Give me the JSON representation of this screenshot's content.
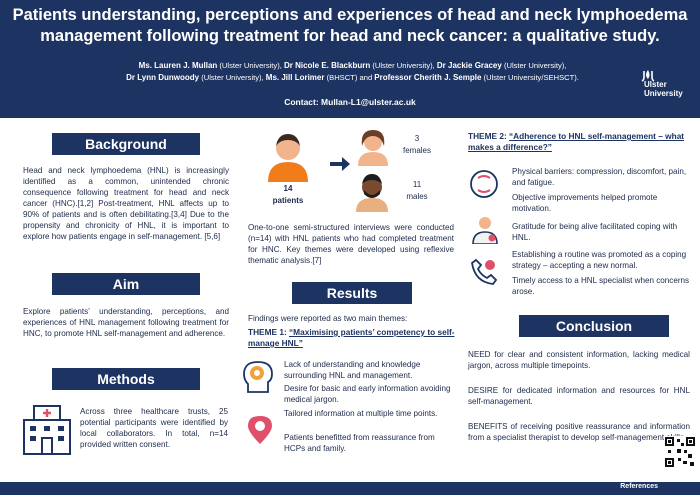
{
  "header": {
    "title": "Patients understanding, perceptions and experiences of head and neck lymphoedema management following treatment for head and neck cancer: a qualitative study.",
    "authors_line1": [
      {
        "name": "Ms. Lauren J. Mullan",
        "aff": " (Ulster University), "
      },
      {
        "name": "Dr Nicole E. Blackburn",
        "aff": " (Ulster University), "
      },
      {
        "name": "Dr Jackie Gracey",
        "aff": " (Ulster University),"
      }
    ],
    "authors_line2": [
      {
        "name": "Dr Lynn Dunwoody",
        "aff": " (Ulster University), "
      },
      {
        "name": "Ms. Jill Lorimer",
        "aff": " (BHSCT) and "
      },
      {
        "name": "Professor Cherith J. Semple",
        "aff": " (Ulster University/SEHSCT)."
      }
    ],
    "contact": "Contact: Mullan-L1@ulster.ac.uk",
    "logo_line1": "Ulster",
    "logo_line2": "University"
  },
  "sections": {
    "background": "Background",
    "aim": "Aim",
    "methods": "Methods",
    "results": "Results",
    "conclusion": "Conclusion"
  },
  "background_text": "Head and neck lymphoedema (HNL) is increasingly identified as a common, unintended chronic consequence following treatment for head and neck cancer (HNC).[1,2] Post-treatment, HNL affects up to 90% of patients and is often debilitating.[3,4] Due to the propensity and chronicity of HNL, it is important to explore how patients engage in self-management. [5,6]",
  "aim_text": "Explore patients’ understanding, perceptions, and experiences of HNL management following treatment for HNC, to promote HNL self-management and adherence.",
  "methods_text": "Across three healthcare trusts, 25 potential participants were identified by local collaborators. In total, n=14 provided written consent.",
  "participants": {
    "total_number": "14",
    "total_label": "patients",
    "females_count": "3",
    "females_label": "females",
    "males_count": "11",
    "males_label": "males"
  },
  "design_text": "One-to-one semi-structured interviews were conducted (n=14) with HNL patients who had completed treatment for HNC. Key themes were developed using reflexive thematic analysis.[7]",
  "findings_intro": "Findings were reported as two main themes:",
  "theme1": {
    "label": "THEME 1: ",
    "title": "“Maximising patients’ competency to self-manage HNL”",
    "items": [
      "Lack of understanding and knowledge surrounding HNL and management.",
      "Desire for basic and early information avoiding medical jargon.",
      "Tailored information at multiple time points.",
      "Patients benefitted from reassurance from HCPs and family."
    ]
  },
  "theme2": {
    "label": "THEME 2: ",
    "title": "“Adherence to HNL self-management – what makes a difference?”",
    "items": [
      "Physical barriers: compression, discomfort, pain, and fatigue.",
      "Objective improvements helped promote motivation.",
      "Gratitude for being alive facilitated coping with HNL.",
      "Establishing a routine was promoted as a coping strategy – accepting a new normal.",
      "Timely access to a HNL specialist when concerns arose."
    ]
  },
  "conclusion": [
    "NEED for clear and consistent information, lacking medical jargon, across multiple timepoints.",
    "DESIRE for dedicated information and resources for HNL self-management.",
    "BENEFITS of receiving positive reassurance and information from a specialist therapist to develop self-management skills."
  ],
  "footer": {
    "references": "References"
  },
  "colors": {
    "navy": "#1d3361",
    "accent_red": "#e0506a",
    "skin": "#f2b48c",
    "orange_shirt": "#f07d1a"
  }
}
